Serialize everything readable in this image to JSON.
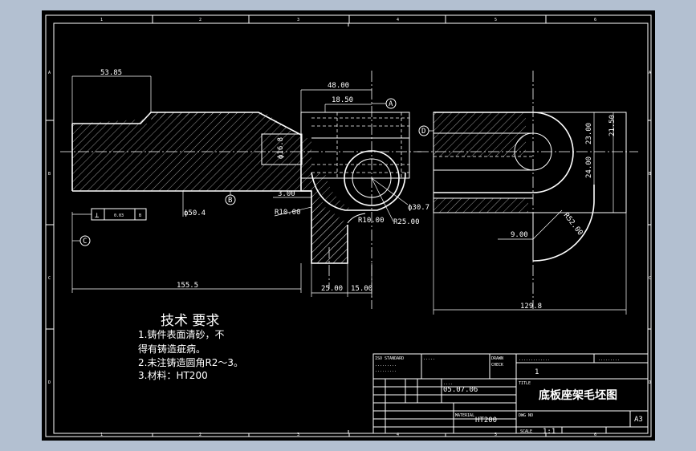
{
  "drawing": {
    "dimensions": {
      "d53_85": "53.85",
      "d48": "48.00",
      "d18_5": "18.50",
      "d16_8": "ф16.8",
      "d3": "3.00",
      "r10a": "R10.00",
      "r10b": "R10.00",
      "r25": "R25.00",
      "d30_7": "ф30.7",
      "d50_4": "ф50.4",
      "d155_5": "155.5",
      "d25": "25.00",
      "d15": "15.00",
      "d23": "23.00",
      "d21_5": "21.50",
      "d24": "24.00",
      "r52": "R52.00",
      "d9": "9.00",
      "d129_8": "129.8"
    },
    "datum_labels": {
      "a": "A",
      "b": "B",
      "c": "C",
      "d": "D"
    },
    "tolerance_frame": {
      "symbol": "⊥",
      "value": "0.03",
      "datum": "B"
    },
    "border_numbers": {
      "top": [
        "1",
        "2",
        "3",
        "4",
        "5",
        "6"
      ],
      "bottom": [
        "1",
        "2",
        "3",
        "4",
        "5",
        "6"
      ],
      "left": [
        "A",
        "B",
        "C",
        "D"
      ],
      "right": [
        "A",
        "B",
        "C",
        "D"
      ]
    }
  },
  "notes": {
    "heading": "技术 要求",
    "line1": "1.铸件表面清砂，不",
    "line2": "得有铸造疵病。",
    "line3": "2.未注铸造圆角R2～3。",
    "line4": "3.材料：HT200"
  },
  "title_block": {
    "drawing_title": "底板座架毛坯图",
    "material": "HT200",
    "sheet_size": "A3",
    "quantity": "1",
    "scale": "1:1",
    "date": "05.07.06",
    "small_a": "ISO STANDARD",
    "small_b": "DRAWN",
    "small_c": "CHECK",
    "small_d": "TITLE",
    "small_e": "MATERIAL",
    "small_f": "SCALE",
    "small_g": "DWG NO"
  }
}
